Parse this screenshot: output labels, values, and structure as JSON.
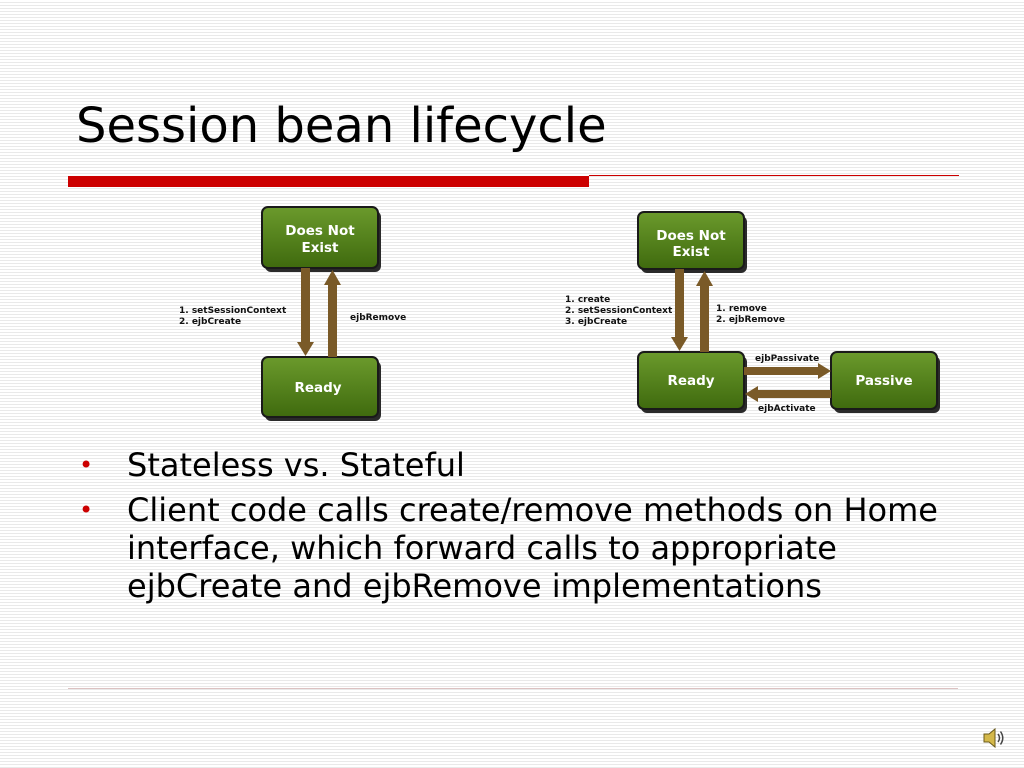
{
  "slide": {
    "title": "Session bean lifecycle"
  },
  "stateless_diagram": {
    "states": {
      "does_not_exist": [
        "Does Not",
        "Exist"
      ],
      "ready": "Ready"
    },
    "labels": {
      "create_steps": [
        "1. setSessionContext",
        "2. ejbCreate"
      ],
      "remove": "ejbRemove"
    }
  },
  "stateful_diagram": {
    "states": {
      "does_not_exist": [
        "Does Not",
        "Exist"
      ],
      "ready": "Ready",
      "passive": "Passive"
    },
    "labels": {
      "create_steps": [
        "1. create",
        "2. setSessionContext",
        "3. ejbCreate"
      ],
      "remove_steps": [
        "1. remove",
        "2. ejbRemove"
      ],
      "passivate": "ejbPassivate",
      "activate": "ejbActivate"
    }
  },
  "bullets": [
    "Stateless vs. Stateful",
    "Client code calls create/remove methods on Home interface, which forward calls to appropriate ejbCreate and ejbRemove implementations"
  ],
  "bullet_glyph": "•",
  "icons": {
    "speaker": "speaker-icon"
  },
  "colors": {
    "state_fill": "#4a7a12",
    "state_fill_light": "#6b9a2c",
    "state_border": "#1a1a1a",
    "arrow": "#7a5a28",
    "accent_red": "#cc0000"
  }
}
